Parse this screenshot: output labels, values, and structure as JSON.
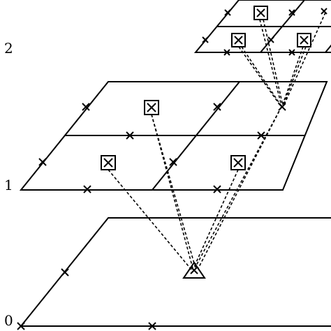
{
  "diagram": {
    "level_labels": {
      "level_2": "2",
      "level_1": "1",
      "level_0": "0"
    },
    "marker_glyphs": {
      "edge_point": "cross",
      "cell_center": "boxed-cross",
      "apex": "triangle-cross"
    },
    "connector_style": "dashed",
    "colors": {
      "stroke": "#000000",
      "background": "#ffffff"
    }
  }
}
